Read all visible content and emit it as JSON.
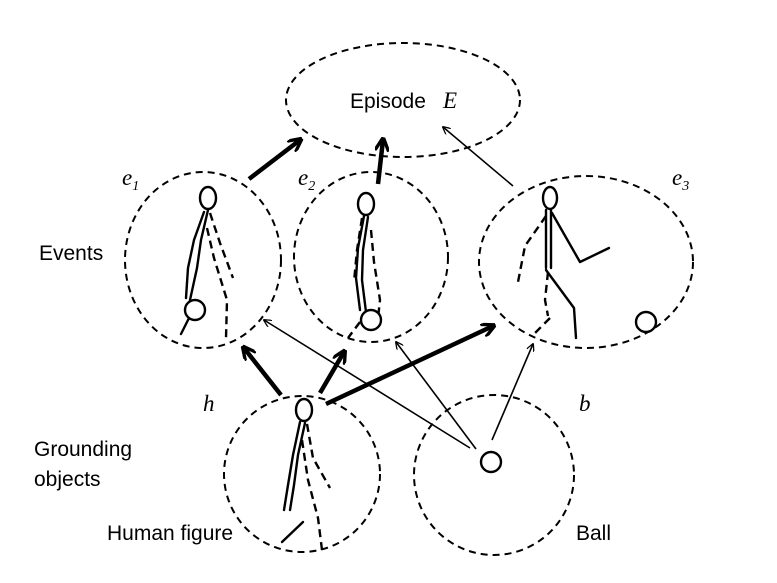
{
  "episode": {
    "label": "Episode",
    "var": "E"
  },
  "events": {
    "row_label": "Events",
    "items": [
      {
        "var": "e",
        "sub": "1"
      },
      {
        "var": "e",
        "sub": "2"
      },
      {
        "var": "e",
        "sub": "3"
      }
    ]
  },
  "grounding": {
    "row_label_line1": "Grounding",
    "row_label_line2": "objects",
    "human": {
      "var": "h",
      "label": "Human figure"
    },
    "ball": {
      "var": "b",
      "label": "Ball"
    }
  }
}
